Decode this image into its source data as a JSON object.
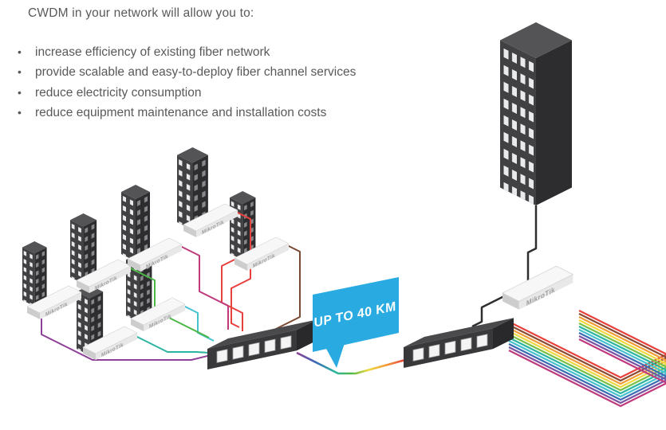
{
  "intro": {
    "heading": "CWDM in your network will allow you to:",
    "bullets": [
      "increase efficiency of existing fiber network",
      "provide scalable and easy-to-deploy fiber channel services",
      "reduce electricity consumption",
      "reduce equipment maintenance and installation costs"
    ]
  },
  "banner": {
    "label": "UP TO 40 KM",
    "color": "#29abe2"
  },
  "brand": {
    "label": "MikroTik"
  },
  "palette": {
    "building_dark": "#3c3c3e",
    "device_white": "#f7f7f7",
    "text_gray": "#58595b",
    "dark_link": "#2f2f31",
    "left_links": [
      "#8e3f97",
      "#2bb5a0",
      "#45c2cf",
      "#4cb748",
      "#e8403d",
      "#e8403d",
      "#7a4a32",
      "#c13a7e"
    ],
    "rainbow": [
      "#e8403d",
      "#8a4a32",
      "#f29c38",
      "#f0d93f",
      "#7ac143",
      "#2bb5a0",
      "#45c2cf",
      "#3a6cb4",
      "#7b52a1",
      "#c13a7e"
    ],
    "trunk_gradient": [
      "#8e3f97",
      "#3a6cb4",
      "#2bb5a0",
      "#4cb748",
      "#f0d93f",
      "#f29c38",
      "#e8403d"
    ]
  }
}
